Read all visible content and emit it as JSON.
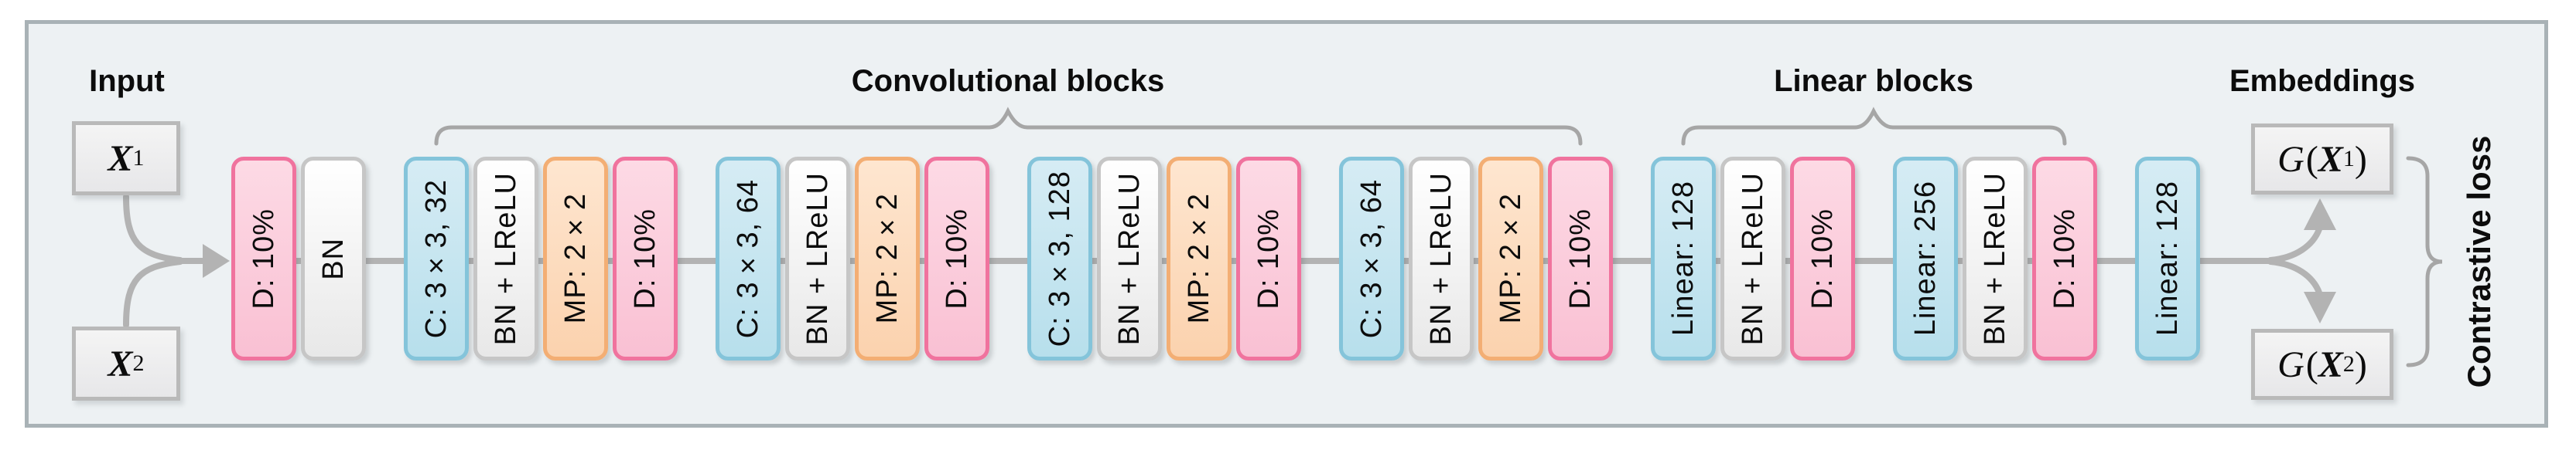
{
  "section_labels": {
    "input": "Input",
    "convolutional": "Convolutional blocks",
    "linear": "Linear blocks",
    "embeddings": "Embeddings"
  },
  "loss_label": "Contrastive loss",
  "inputs": [
    {
      "base": "X",
      "sub": "1"
    },
    {
      "base": "X",
      "sub": "2"
    }
  ],
  "embeddings": [
    {
      "func": "G",
      "base": "X",
      "sub": "1"
    },
    {
      "func": "G",
      "base": "X",
      "sub": "2"
    }
  ],
  "pipeline": {
    "groups": [
      {
        "name": "input-regularization",
        "blocks": [
          {
            "type": "dropout",
            "label": "D: 10%"
          },
          {
            "type": "norm",
            "label": "BN"
          }
        ]
      },
      {
        "name": "conv-block-1",
        "blocks": [
          {
            "type": "conv",
            "label": "C: 3×3, 32"
          },
          {
            "type": "norm",
            "label": "BN + LReLU"
          },
          {
            "type": "pool",
            "label": "MP: 2×2"
          },
          {
            "type": "dropout",
            "label": "D: 10%"
          }
        ]
      },
      {
        "name": "conv-block-2",
        "blocks": [
          {
            "type": "conv",
            "label": "C: 3×3, 64"
          },
          {
            "type": "norm",
            "label": "BN + LReLU"
          },
          {
            "type": "pool",
            "label": "MP: 2×2"
          },
          {
            "type": "dropout",
            "label": "D: 10%"
          }
        ]
      },
      {
        "name": "conv-block-3",
        "blocks": [
          {
            "type": "conv",
            "label": "C: 3×3, 128"
          },
          {
            "type": "norm",
            "label": "BN + LReLU"
          },
          {
            "type": "pool",
            "label": "MP: 2×2"
          },
          {
            "type": "dropout",
            "label": "D: 10%"
          }
        ]
      },
      {
        "name": "conv-block-4",
        "blocks": [
          {
            "type": "conv",
            "label": "C: 3×3, 64"
          },
          {
            "type": "norm",
            "label": "BN + LReLU"
          },
          {
            "type": "pool",
            "label": "MP: 2×2"
          },
          {
            "type": "dropout",
            "label": "D: 10%"
          }
        ]
      },
      {
        "name": "linear-block-1",
        "blocks": [
          {
            "type": "conv",
            "label": "Linear: 128"
          },
          {
            "type": "norm",
            "label": "BN + LReLU"
          },
          {
            "type": "dropout",
            "label": "D: 10%"
          }
        ]
      },
      {
        "name": "linear-block-2",
        "blocks": [
          {
            "type": "conv",
            "label": "Linear: 256"
          },
          {
            "type": "norm",
            "label": "BN + LReLU"
          },
          {
            "type": "dropout",
            "label": "D: 10%"
          }
        ]
      },
      {
        "name": "embedding-layer",
        "blocks": [
          {
            "type": "conv",
            "label": "Linear: 128"
          }
        ]
      }
    ]
  },
  "colors": {
    "frame_fill": "#edf1f3",
    "frame_border": "#a9b2b6",
    "dropout_border": "#f0739e",
    "dropout_top": "#fddae5",
    "dropout_bottom": "#f9c0d3",
    "norm_border": "#c6c6c6",
    "norm_top": "#ffffff",
    "norm_bottom": "#e8e8e8",
    "conv_border": "#84c4da",
    "conv_top": "#d6ecf4",
    "conv_bottom": "#b7dfec",
    "pool_border": "#f3ae74",
    "pool_top": "#fee6d0",
    "pool_bottom": "#fbd2ae",
    "io_border": "#b9b9b9",
    "io_top": "#f4f4f4",
    "io_bottom": "#e7e7e9",
    "wire": "#b3b3b3",
    "brace": "#a6a6a6",
    "text": "#0c0c0c"
  }
}
